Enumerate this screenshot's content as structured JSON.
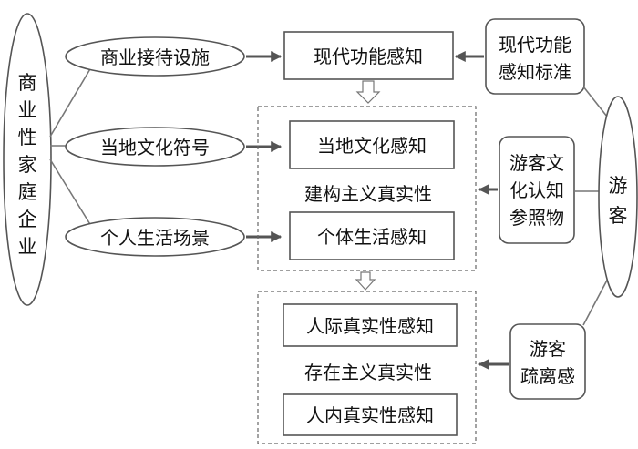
{
  "left_node": [
    "商",
    "业",
    "性",
    "家",
    "庭",
    "企",
    "业"
  ],
  "ovals": {
    "commercial": "商业接待设施",
    "culture": "当地文化符号",
    "life": "个人生活场景"
  },
  "boxes": {
    "modern": "现代功能感知",
    "culture_perception": "当地文化感知",
    "life_perception": "个体生活感知",
    "interpersonal": "人际真实性感知",
    "intrapersonal": "人内真实性感知"
  },
  "groups": {
    "constructive": "建构主义真实性",
    "existential": "存在主义真实性"
  },
  "right_boxes": {
    "standard": [
      "现代功能",
      "感知标准"
    ],
    "reference": [
      "游客文",
      "化认知",
      "参照物"
    ],
    "alienation": [
      "游客",
      "疏离感"
    ]
  },
  "tourist_node": [
    "游",
    "客"
  ]
}
